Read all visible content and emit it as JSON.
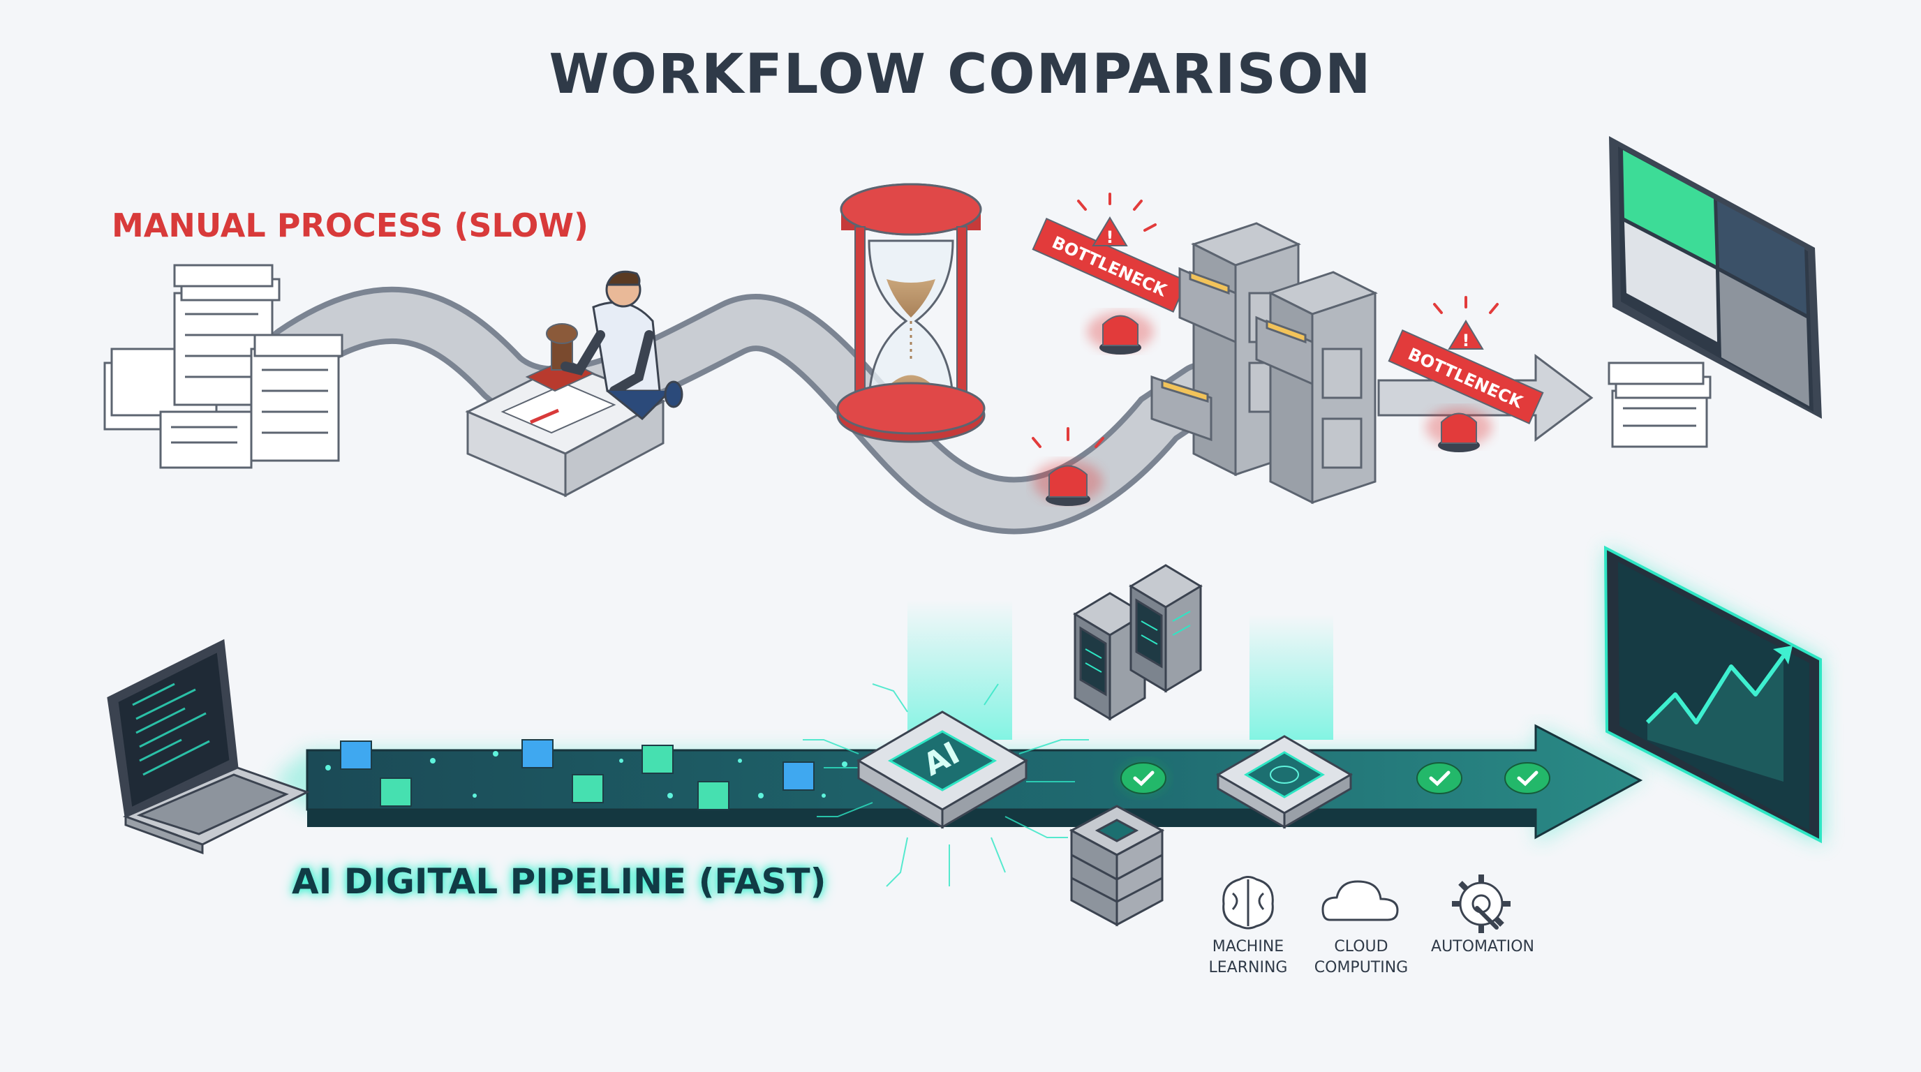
{
  "title": "WORKFLOW COMPARISON",
  "manual": {
    "label": "MANUAL PROCESS (SLOW)",
    "warning_text": "BOTTLENECK",
    "color": "#d83a3a"
  },
  "ai": {
    "label": "AI DIGITAL PIPELINE (FAST)",
    "chip_text": "AI",
    "color": "#2ee6c4"
  },
  "tech": [
    {
      "line1": "MACHINE",
      "line2": "LEARNING",
      "icon": "brain-icon"
    },
    {
      "line1": "CLOUD",
      "line2": "COMPUTING",
      "icon": "cloud-icon"
    },
    {
      "line1": "AUTOMATION",
      "line2": "",
      "icon": "gear-wrench-icon"
    }
  ]
}
